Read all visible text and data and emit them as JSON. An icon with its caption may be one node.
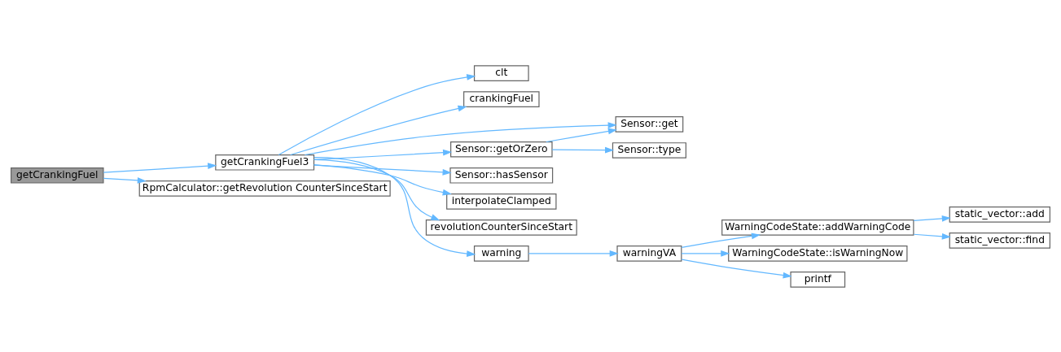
{
  "diagram": {
    "nodes": [
      {
        "text": [
          "getCrankingFuel"
        ]
      },
      {
        "text": [
          "getCrankingFuel3"
        ]
      },
      {
        "text": [
          "RpmCalculator::getRevolution CounterSinceStart"
        ]
      },
      {
        "text": [
          "clt"
        ]
      },
      {
        "text": [
          "crankingFuel"
        ]
      },
      {
        "text": [
          "Sensor::get"
        ]
      },
      {
        "text": [
          "Sensor::getOrZero"
        ]
      },
      {
        "text": [
          "Sensor::hasSensor"
        ]
      },
      {
        "text": [
          "interpolateClamped"
        ]
      },
      {
        "text": [
          "revolutionCounterSinceStart"
        ]
      },
      {
        "text": [
          "warning"
        ]
      },
      {
        "text": [
          "Sensor::type"
        ]
      },
      {
        "text": [
          "warningVA"
        ]
      },
      {
        "text": [
          "WarningCodeState::addWarningCode"
        ]
      },
      {
        "text": [
          "WarningCodeState::isWarningNow"
        ]
      },
      {
        "text": [
          "printf"
        ]
      },
      {
        "text": [
          "static_vector::add"
        ]
      },
      {
        "text": [
          "static_vector::find"
        ]
      }
    ],
    "edges": [
      {
        "from": 0,
        "to": 1,
        "arrow": "to"
      },
      {
        "from": 0,
        "to": 2,
        "arrow": "to"
      },
      {
        "from": 1,
        "to": 3,
        "arrow": "to"
      },
      {
        "from": 1,
        "to": 4,
        "arrow": "to"
      },
      {
        "from": 1,
        "to": 5,
        "arrow": "to"
      },
      {
        "from": 1,
        "to": 6,
        "arrow": "to"
      },
      {
        "from": 1,
        "to": 7,
        "arrow": "to"
      },
      {
        "from": 1,
        "to": 8,
        "arrow": "to"
      },
      {
        "from": 1,
        "to": 9,
        "arrow": "to"
      },
      {
        "from": 1,
        "to": 10,
        "arrow": "to"
      },
      {
        "from": 6,
        "to": 5,
        "arrow": "to"
      },
      {
        "from": 6,
        "to": 11,
        "arrow": "to"
      },
      {
        "from": 10,
        "to": 12,
        "arrow": "to"
      },
      {
        "from": 12,
        "to": 13,
        "arrow": "to"
      },
      {
        "from": 12,
        "to": 14,
        "arrow": "to"
      },
      {
        "from": 12,
        "to": 15,
        "arrow": "to"
      },
      {
        "from": 13,
        "to": 16,
        "arrow": "to"
      },
      {
        "from": 13,
        "to": 17,
        "arrow": "to"
      }
    ]
  }
}
